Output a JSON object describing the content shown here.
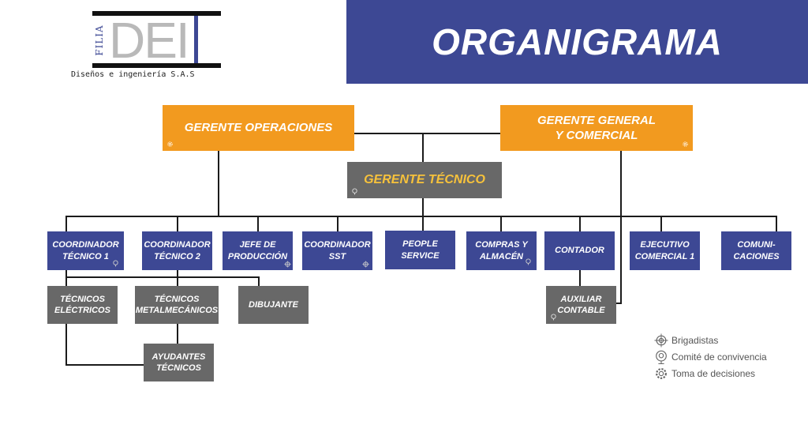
{
  "header": {
    "title": "ORGANIGRAMA",
    "logo": {
      "main": "DEI",
      "side": "FILIA",
      "subtitle": "Diseños e ingeniería S.A.S"
    }
  },
  "colors": {
    "banner": "#3d4894",
    "manager": "#f29a1f",
    "technical_head": "#686868",
    "technical_head_text": "#f7c23b",
    "department": "#3d4894",
    "staff": "#686868"
  },
  "nodes": {
    "gerente_operaciones": {
      "label": "GERENTE OPERACIONES",
      "icon": "toma-decisiones"
    },
    "gerente_general": {
      "label": "GERENTE GENERAL\nY COMERCIAL",
      "icon": "toma-decisiones"
    },
    "gerente_tecnico": {
      "label": "GERENTE TÉCNICO",
      "icon": "comite-convivencia"
    },
    "coordinador_tecnico_1": {
      "label": "COORDINADOR\nTÉCNICO 1",
      "icon": "comite-convivencia"
    },
    "coordinador_tecnico_2": {
      "label": "COORDINADOR\nTÉCNICO 2"
    },
    "jefe_produccion": {
      "label": "JEFE DE\nPRODUCCIÓN",
      "icon": "brigadistas"
    },
    "coordinador_sst": {
      "label": "COORDINADOR\nSST",
      "icon": "brigadistas"
    },
    "people_service": {
      "label": "PEOPLE\nSERVICE"
    },
    "compras_almacen": {
      "label": "COMPRAS Y\nALMACÉN",
      "icon": "comite-convivencia"
    },
    "contador": {
      "label": "CONTADOR"
    },
    "ejecutivo_comercial": {
      "label": "EJECUTIVO\nCOMERCIAL 1"
    },
    "comunicaciones": {
      "label": "COMUNI-\nCACIONES"
    },
    "tecnicos_electricos": {
      "label": "TÉCNICOS\nELÉCTRICOS"
    },
    "tecnicos_metalmecanicos": {
      "label": "TÉCNICOS\nMETALMECÁNICOS"
    },
    "dibujante": {
      "label": "DIBUJANTE"
    },
    "ayudantes_tecnicos": {
      "label": "AYUDANTES\nTÉCNICOS"
    },
    "auxiliar_contable": {
      "label": "AUXILIAR\nCONTABLE",
      "icon": "comite-convivencia"
    }
  },
  "legend": [
    {
      "icon": "brigadistas",
      "label": "Brigadistas"
    },
    {
      "icon": "comite-convivencia",
      "label": "Comité de convivencia"
    },
    {
      "icon": "toma-decisiones",
      "label": "Toma de decisiones"
    }
  ]
}
